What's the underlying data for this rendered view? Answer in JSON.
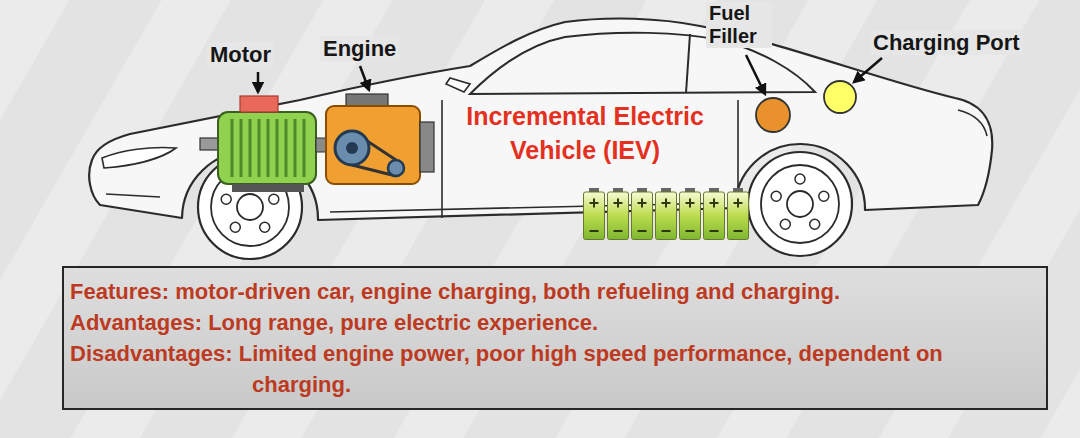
{
  "diagram": {
    "title": "Incremental Electric Vehicle (IEV)",
    "nodes": [
      {
        "text": [
          "Features: motor-driven car, engine charging, both refueling and charging.",
          "Advantages: Long range, pure electric experience.",
          "Disadvantages: Limited engine power, poor high speed performance, dependent on charging."
        ]
      }
    ],
    "labels": [
      "Motor",
      "Engine",
      "Fuel Filler",
      "Charging Port"
    ]
  }
}
